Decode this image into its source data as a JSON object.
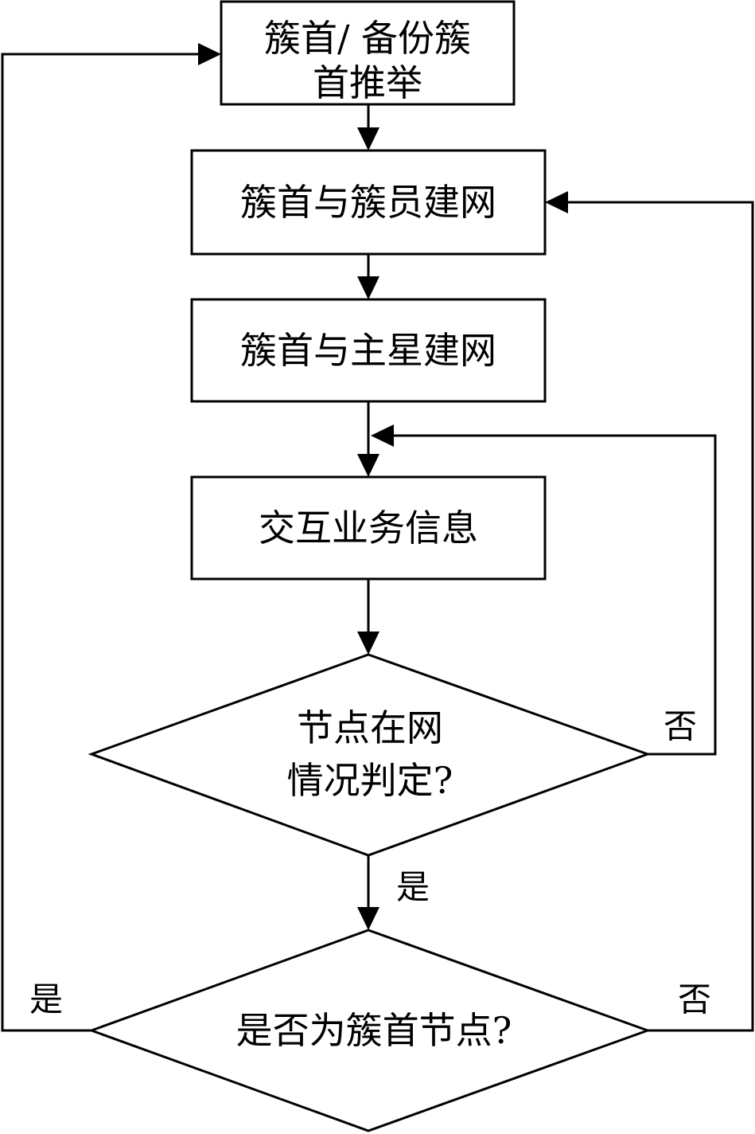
{
  "nodes": {
    "head_election": {
      "line1": "簇首/ 备份簇",
      "line2": "首推举"
    },
    "head_member_network": {
      "label": "簇首与簇员建网"
    },
    "head_master_network": {
      "label": "簇首与主星建网"
    },
    "exchange_info": {
      "label": "交互业务信息"
    },
    "decision_in_network": {
      "line1": "节点在网",
      "line2": "情况判定?"
    },
    "decision_is_head": {
      "label": "是否为簇首节点?"
    }
  },
  "branches": {
    "in_network_no": "否",
    "in_network_yes": "是",
    "is_head_yes": "是",
    "is_head_no": "否"
  }
}
